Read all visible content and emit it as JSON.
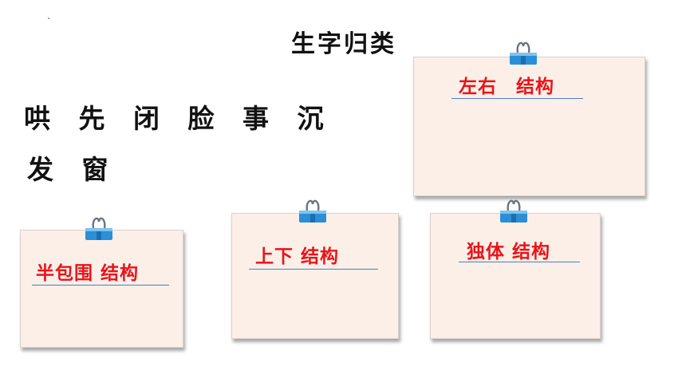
{
  "title": "生字归类",
  "characters": {
    "row1": "哄 先 闭 脸 事 沉",
    "row2": "发 窗"
  },
  "cards": [
    {
      "label": "左右　结构"
    },
    {
      "label": "半包围 结构"
    },
    {
      "label": "上下 结构"
    },
    {
      "label": "独体 结构"
    }
  ],
  "colors": {
    "card_bg": "#fbefe8",
    "label_red": "#e8141a",
    "underline_blue": "#4a7fc9",
    "clip_blue": "#2a8fd6"
  }
}
